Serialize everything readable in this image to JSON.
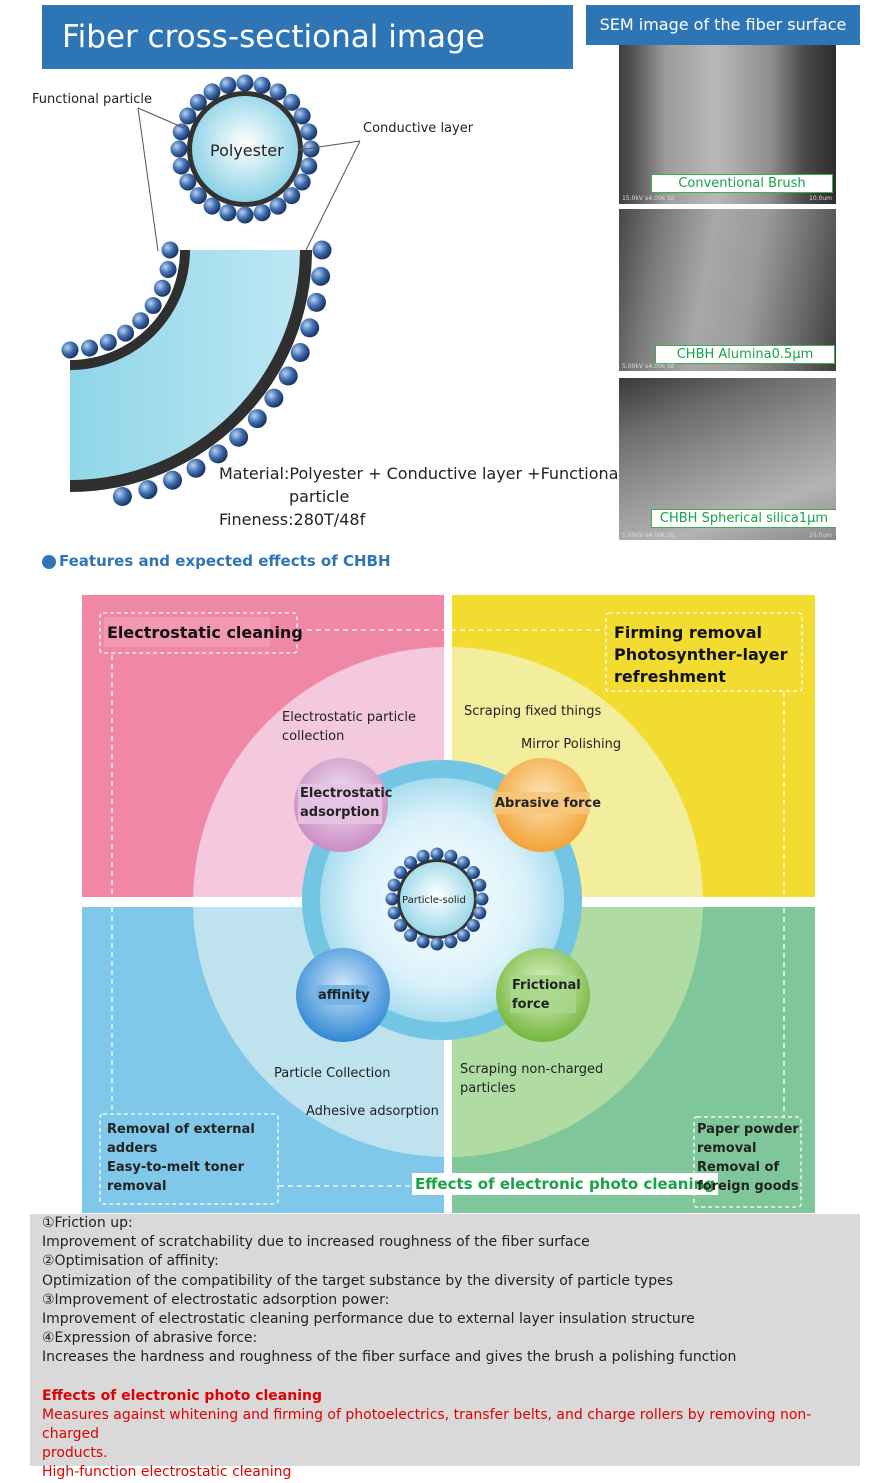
{
  "header": {
    "title": "Fiber cross-sectional image",
    "sem_title": "SEM image of the fiber surface"
  },
  "cross_section": {
    "functional_particle": "Functional particle",
    "polyester": "Polyester",
    "conductive_layer": "Conductive layer",
    "material_line1": "Material:Polyester + Conductive layer +Functional",
    "material_line2": "particle",
    "fineness": "Fineness:280T/48f"
  },
  "sem": {
    "panels": [
      {
        "label": "Conventional Brush",
        "footer": "15.0kV x4.00k SE",
        "scale": "10.0um"
      },
      {
        "label": "CHBH   Alumina0.5μm",
        "footer": "5.00kV x4.00k SE",
        "scale": ""
      },
      {
        "label": "CHBH   Spherical silica1μm",
        "footer": "5.00kV x4.00k SE",
        "scale": "10.0um"
      }
    ]
  },
  "features": {
    "title": "Features and expected effects of CHBH",
    "electrostatic_cleaning": "Electrostatic cleaning",
    "firming_removal": [
      "Firming removal",
      "Photosynther-layer",
      "refreshment"
    ],
    "electrostatic_particle_collection": [
      "Electrostatic particle",
      "collection"
    ],
    "scraping_fixed": "Scraping fixed things",
    "mirror_polishing": "Mirror Polishing",
    "electrostatic_adsorption": [
      "Electrostatic",
      "adsorption"
    ],
    "abrasive_force": "Abrasive force",
    "particle_solid": "Particle-solid",
    "affinity": "affinity",
    "frictional_force": [
      "Frictional",
      "force"
    ],
    "particle_collection": "Particle Collection",
    "scraping_non_charged": [
      "Scraping non-charged",
      "particles"
    ],
    "adhesive_adsorption": "Adhesive adsorption",
    "removal_external": [
      "Removal of external",
      "adders",
      "Easy-to-melt toner",
      "removal"
    ],
    "effects_label": "Effects of electronic photo cleaning",
    "paper_powder": [
      "Paper powder",
      "removal",
      "Removal of",
      "foreign goods"
    ]
  },
  "notes": {
    "lines": [
      "①Friction up:",
      "Improvement of scratchability due to increased roughness of the fiber surface",
      "②Optimisation of affinity:",
      "Optimization of the compatibility of the target substance by the diversity of particle types",
      "③Improvement of electrostatic adsorption power:",
      "Improvement of electrostatic cleaning performance due to external layer insulation structure",
      "④Expression of abrasive force:",
      "Increases the hardness and roughness of the fiber surface and gives the brush a polishing function"
    ],
    "effects_title": "Effects of electronic photo cleaning",
    "effects_line1": "Measures against whitening and firming of photoelectrics, transfer belts, and charge rollers by removing non-charged",
    "effects_line2": "products.",
    "effects_line3": "High-function electrostatic cleaning"
  },
  "colors": {
    "header_blue": "#2e75b6",
    "pink": "#f087a6",
    "yellow": "#f1dc2f",
    "blue": "#80c8ea",
    "green": "#7fc79a",
    "effects_green": "#18a345",
    "red_text": "#e00000"
  }
}
